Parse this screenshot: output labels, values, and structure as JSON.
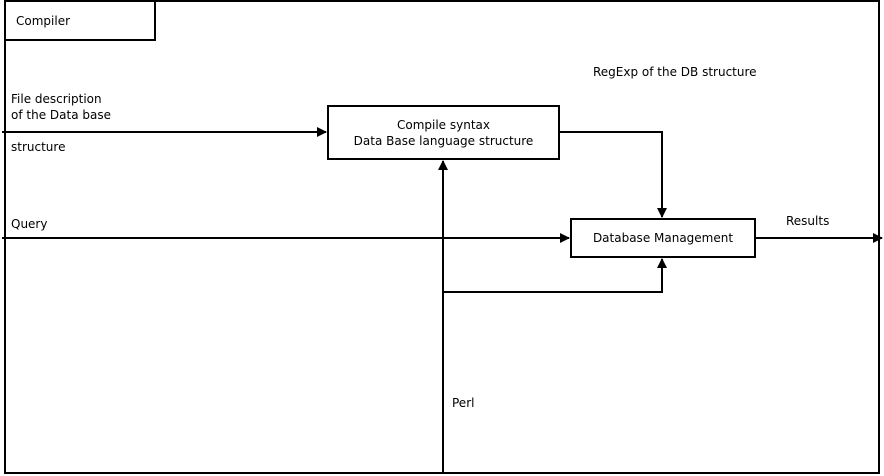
{
  "frame": {
    "title": "Compiler"
  },
  "boxes": {
    "compile": {
      "line1": "Compile syntax",
      "line2": "Data Base language structure"
    },
    "database": {
      "label": "Database Management"
    }
  },
  "labels": {
    "file_description_line1": "File description",
    "file_description_line2": "of the Data base",
    "file_description_line3": "structure",
    "query": "Query",
    "regexp": "RegExp of the DB structure",
    "results": "Results",
    "perl": "Perl"
  }
}
